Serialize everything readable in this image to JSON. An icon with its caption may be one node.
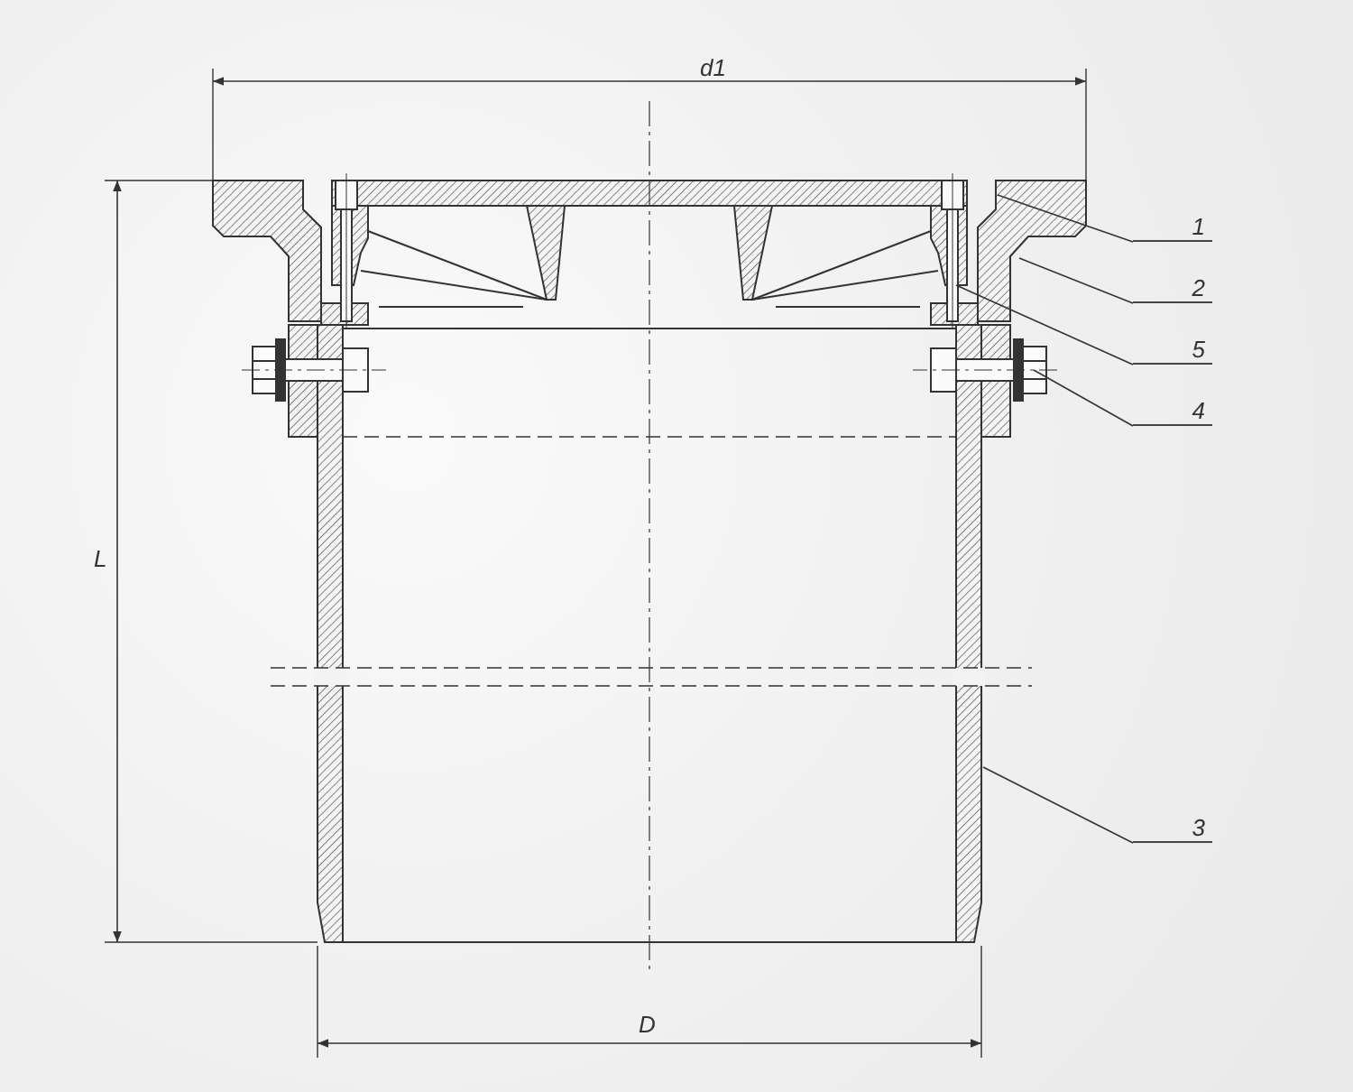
{
  "diagram": {
    "nodes": [
      {
        "text": [
          "1"
        ]
      },
      {
        "text": [
          "2"
        ]
      },
      {
        "text": [
          "5"
        ]
      },
      {
        "text": [
          "4"
        ]
      },
      {
        "text": [
          "3"
        ]
      }
    ],
    "edges": [
      {
        "from": 0,
        "to": null,
        "arrow": "none"
      },
      {
        "from": 1,
        "to": null,
        "arrow": "none"
      },
      {
        "from": 2,
        "to": null,
        "arrow": "none"
      },
      {
        "from": 3,
        "to": null,
        "arrow": "none"
      },
      {
        "from": 4,
        "to": null,
        "arrow": "none"
      }
    ],
    "labels": [
      "d1",
      "L",
      "D"
    ]
  }
}
